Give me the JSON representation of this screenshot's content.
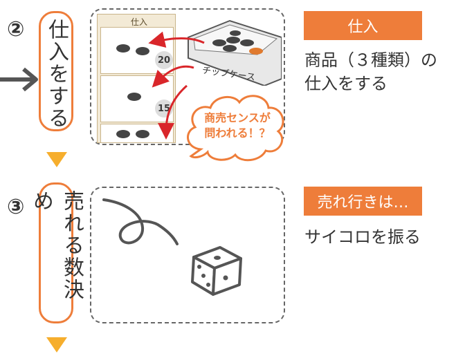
{
  "steps": [
    {
      "number": "②",
      "title": "仕入をする",
      "tag": "仕入",
      "desc1": "商品（３種類）の",
      "desc2": "仕入をする"
    },
    {
      "number": "③",
      "title": "売れる数決め",
      "tag": "売れ行きは…",
      "desc1": "サイコロを振る"
    }
  ],
  "illustration": {
    "board_title": "仕入",
    "chip_case_label": "チップケース",
    "bubble_line1": "商売センスが",
    "bubble_line2": "問われる！？",
    "price_1": "20",
    "price_2": "15"
  },
  "colors": {
    "accent": "#ee7d3a",
    "triangle": "#f6ae2d",
    "arrow": "#d9262a"
  },
  "icons": [
    "right-arrow-icon",
    "down-triangle-icon",
    "dice-icon",
    "squiggle-line-icon"
  ]
}
